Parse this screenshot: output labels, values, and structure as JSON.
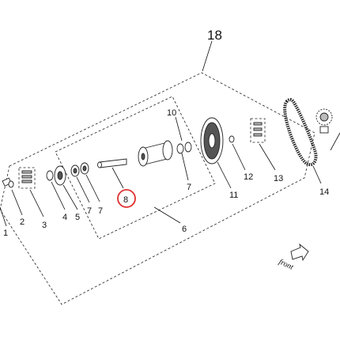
{
  "diagram": {
    "assembly_label": "18",
    "front_label": "front",
    "highlight_color": "#e03030",
    "callouts": {
      "p1": "1",
      "p2": "2",
      "p3": "3",
      "p4": "4",
      "p5": "5",
      "p6": "6",
      "p7a": "7",
      "p7b": "7",
      "p7c": "7",
      "p8": "8",
      "p10": "10",
      "p11": "11",
      "p12": "12",
      "p13": "13",
      "p14": "14"
    },
    "highlighted_part": "8"
  }
}
